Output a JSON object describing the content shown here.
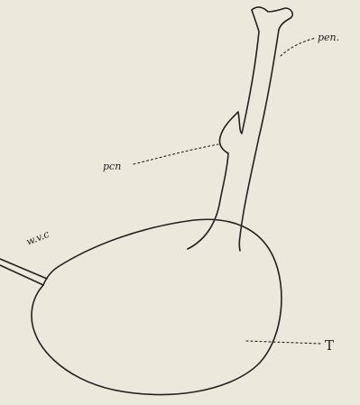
{
  "figure": {
    "labels": {
      "pen": "pen.",
      "pcn": "pcn",
      "wvc": "w.v.c",
      "T": "T"
    },
    "colors": {
      "paper": "#ebe8dc",
      "ink": "#222222"
    }
  }
}
